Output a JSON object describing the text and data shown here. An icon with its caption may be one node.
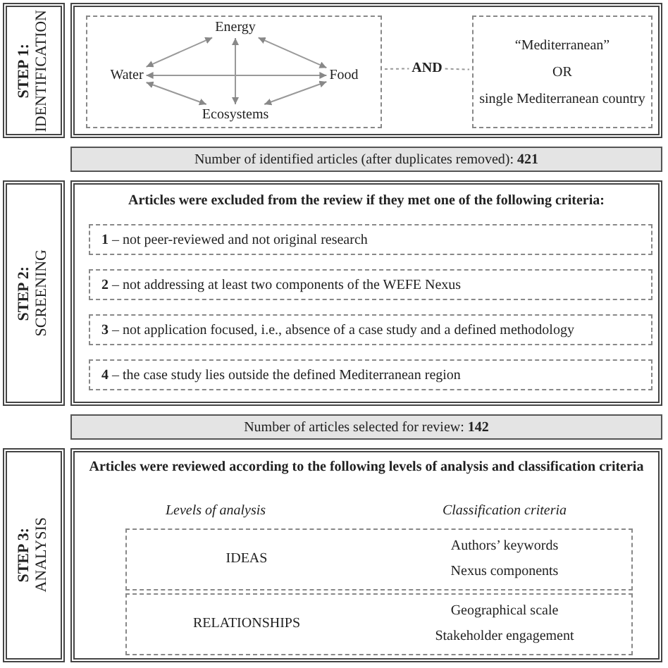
{
  "diagram": {
    "nodes": [
      {
        "text": [
          "STEP 1:",
          "IDENTIFICATION"
        ]
      },
      {
        "text": [],
        "shape": "box"
      },
      {
        "text": [],
        "shape": "box",
        "in": 1
      },
      {
        "text": [
          "Energy"
        ],
        "in": 2
      },
      {
        "text": [
          "Water"
        ],
        "in": 2
      },
      {
        "text": [
          "Food"
        ],
        "in": 2
      },
      {
        "text": [
          "Ecosystems"
        ],
        "in": 2
      },
      {
        "text": [
          "AND"
        ],
        "in": 1
      },
      {
        "text": [
          "“Mediterranean”",
          "OR",
          "single Mediterranean country"
        ],
        "in": 1
      },
      {
        "text": [
          "Number of identified articles (after duplicates removed): **421**"
        ]
      },
      {
        "text": [
          "STEP 2:",
          "SCREENING"
        ]
      },
      {
        "text": [
          "Articles were excluded from the review if they met one of the following criteria:"
        ]
      },
      {
        "text": [
          "**1** – not peer-reviewed and not original research"
        ],
        "in": 11
      },
      {
        "text": [
          "**2** – not addressing at least two components of the WEFE Nexus"
        ],
        "in": 11
      },
      {
        "text": [
          "**3** – not application focused, i.e., absence of a case study and a defined methodology"
        ],
        "in": 11
      },
      {
        "text": [
          "**4** – the case study lies outside the defined Mediterranean region"
        ],
        "in": 11
      },
      {
        "text": [
          "Number of articles selected for review: **142**"
        ]
      },
      {
        "text": [
          "STEP 3:",
          "ANALYSIS"
        ]
      },
      {
        "text": [
          "Articles were reviewed according to the following levels of analysis and classification criteria",
          "Levels of analysis",
          "Classification criteria"
        ]
      },
      {
        "text": [
          "IDEAS",
          "Authors’ keywords",
          "Nexus components"
        ],
        "in": 18
      },
      {
        "text": [
          "RELATIONSHIPS",
          "Geographical scale",
          "Stakeholder engagement"
        ],
        "in": 18
      }
    ],
    "edges": [
      {
        "from": 3,
        "to": 4,
        "arrow": "both"
      },
      {
        "from": 3,
        "to": 5,
        "arrow": "both"
      },
      {
        "from": 3,
        "to": 6,
        "arrow": "both"
      },
      {
        "from": 4,
        "to": 5,
        "arrow": "both"
      },
      {
        "from": 4,
        "to": 6,
        "arrow": "both"
      },
      {
        "from": 5,
        "to": 6,
        "arrow": "both"
      },
      {
        "from": 2,
        "to": 7,
        "arrow": "none",
        "style": "dashed"
      },
      {
        "from": 7,
        "to": 8,
        "arrow": "none",
        "style": "dashed"
      }
    ]
  }
}
